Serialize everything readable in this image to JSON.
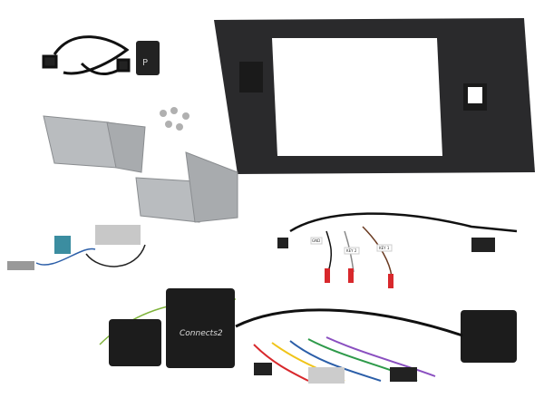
{
  "photo": {
    "wire_labels": [
      "GND",
      "KEY 2",
      "KEY 1"
    ],
    "switch_label": "P",
    "module_brand_logo": "Connects2"
  },
  "colors": {
    "background": "#ffffff",
    "fascia": "#2a2a2c",
    "bracket": "#b9bcbf",
    "module": "#1c1c1c",
    "connector_red": "#d8282c",
    "fakra_blue": "#3b8da0"
  }
}
